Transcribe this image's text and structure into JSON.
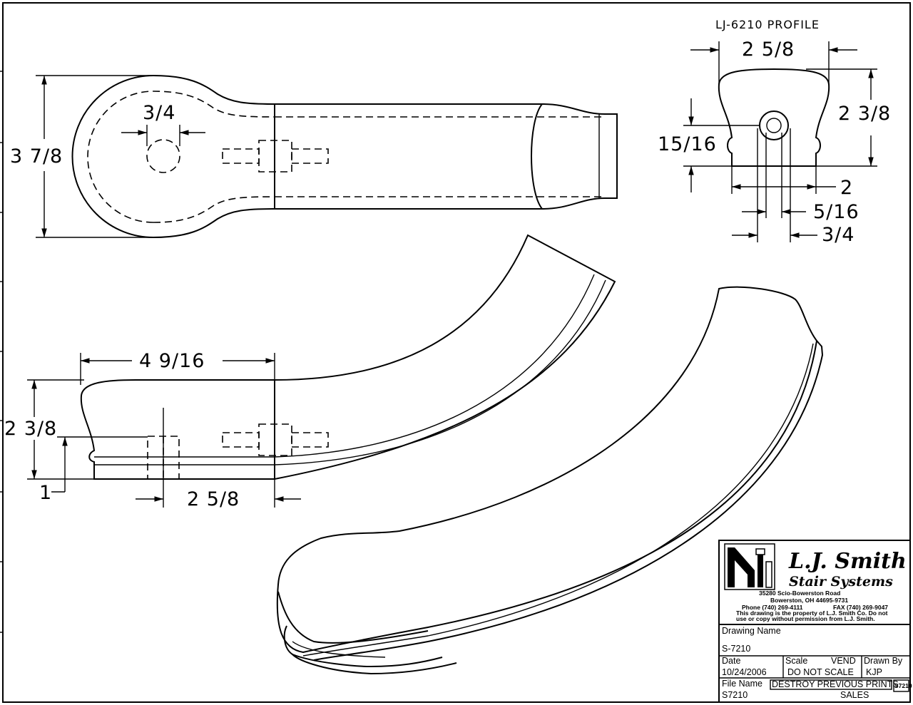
{
  "profile_title": "LJ-6210 PROFILE",
  "top_view": {
    "height": "3 7/8",
    "hole": "3/4"
  },
  "side_view": {
    "length": "4 9/16",
    "height": "2 3/8",
    "bottom": "1",
    "offset": "2 5/8"
  },
  "profile": {
    "width": "2 5/8",
    "height": "2 3/8",
    "hole_height": "15/16",
    "base": "2",
    "hole_width": "5/16",
    "spread": "3/4"
  },
  "title_block": {
    "company_line1": "L.J. Smith",
    "company_line2": "Stair Systems",
    "address1": "35280 Scio-Bowerston Road",
    "address2": "Bowerston, OH 44695-9731",
    "phone": "Phone (740) 269-4111",
    "fax": "FAX (740) 269-9047",
    "notice1": "This drawing is the property of L.J. Smith Co. Do not",
    "notice2": "use or copy without permission from L.J. Smith.",
    "drawing_name_label": "Drawing Name",
    "drawing_name": "S-7210",
    "date_label": "Date",
    "date": "10/24/2006",
    "scale_label": "Scale",
    "vend": "VEND",
    "scale": "DO NOT SCALE",
    "drawn_by_label": "Drawn By",
    "drawn_by": "KJP",
    "file_name_label": "File Name",
    "destroy": "DESTROY PREVIOUS PRINTS",
    "file_name": "S7210",
    "dept": "SALES",
    "corner": "S7210"
  }
}
